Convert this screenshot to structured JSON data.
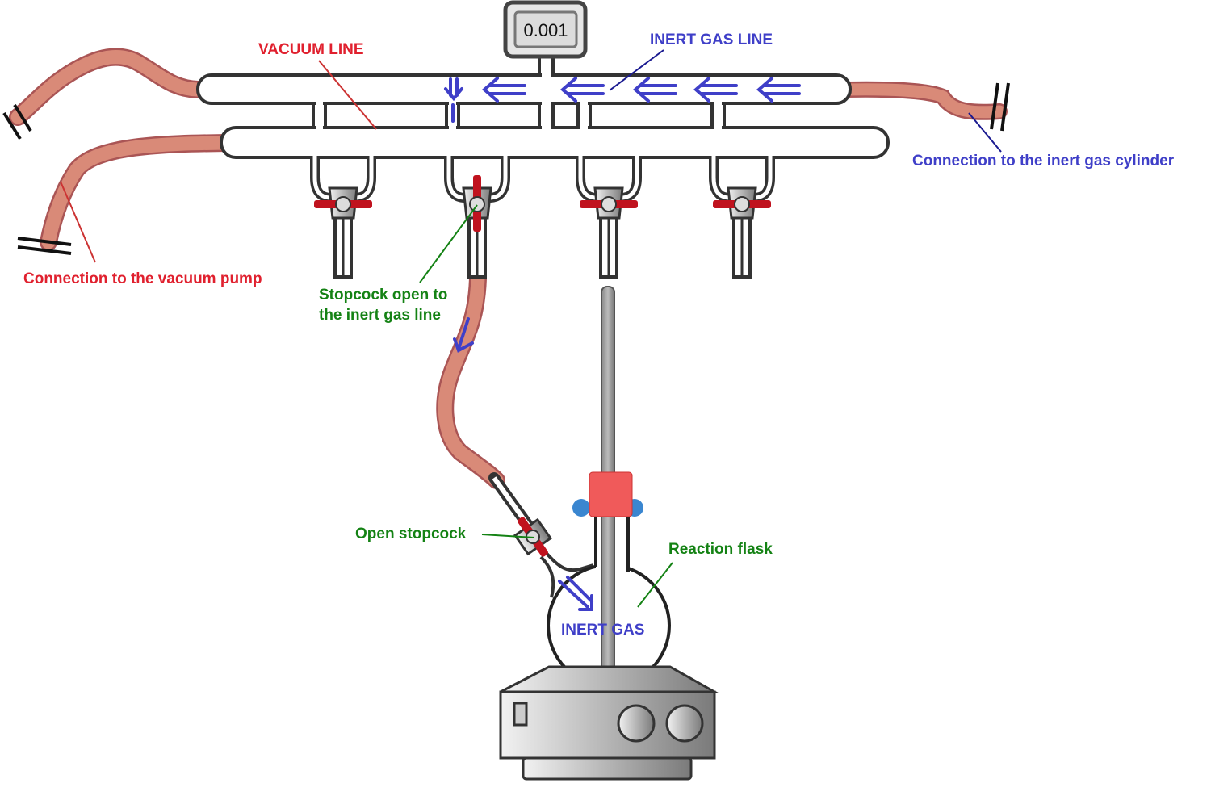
{
  "gauge": {
    "reading": "0.001"
  },
  "labels": {
    "vacuum_line": "VACUUM LINE",
    "inert_gas_line": "INERT GAS LINE",
    "vacuum_pump": "Connection to the vacuum pump",
    "gas_cylinder": "Connection to the inert gas cylinder",
    "stopcock_open_line1": "Stopcock open to",
    "stopcock_open_line2": "the inert gas line",
    "open_stopcock": "Open stopcock",
    "reaction_flask": "Reaction flask",
    "inert_gas": "INERT GAS"
  },
  "colors": {
    "vacuum": "#e0202e",
    "inert": "#3f3fc8",
    "annotation": "#148214",
    "hose": "#d98a78",
    "stopcock_handle": "#c0121e",
    "clamp": "#f05a5a",
    "clamp_knob": "#3a86d0"
  }
}
